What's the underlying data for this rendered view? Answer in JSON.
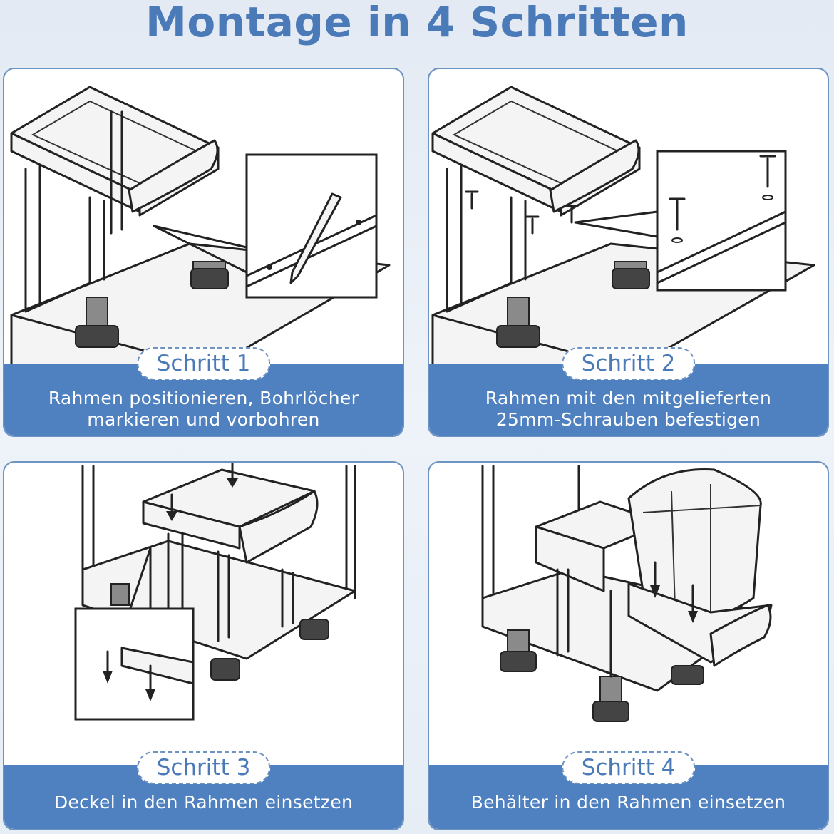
{
  "title": "Montage in 4 Schritten",
  "steps": [
    {
      "label": "Schritt 1",
      "lines": [
        "Rahmen positionieren, Bohrlöcher",
        "markieren und vorbohren"
      ]
    },
    {
      "label": "Schritt 2",
      "lines": [
        "Rahmen mit den mitgelieferten",
        "25mm-Schrauben befestigen"
      ]
    },
    {
      "label": "Schritt 3",
      "lines": [
        "Deckel in den Rahmen einsetzen"
      ]
    },
    {
      "label": "Schritt 4",
      "lines": [
        "Behälter in den Rahmen einsetzen"
      ]
    }
  ],
  "colors": {
    "brand": "#4a7ab8",
    "band": "#4f80bf",
    "border": "#6d93c3"
  }
}
